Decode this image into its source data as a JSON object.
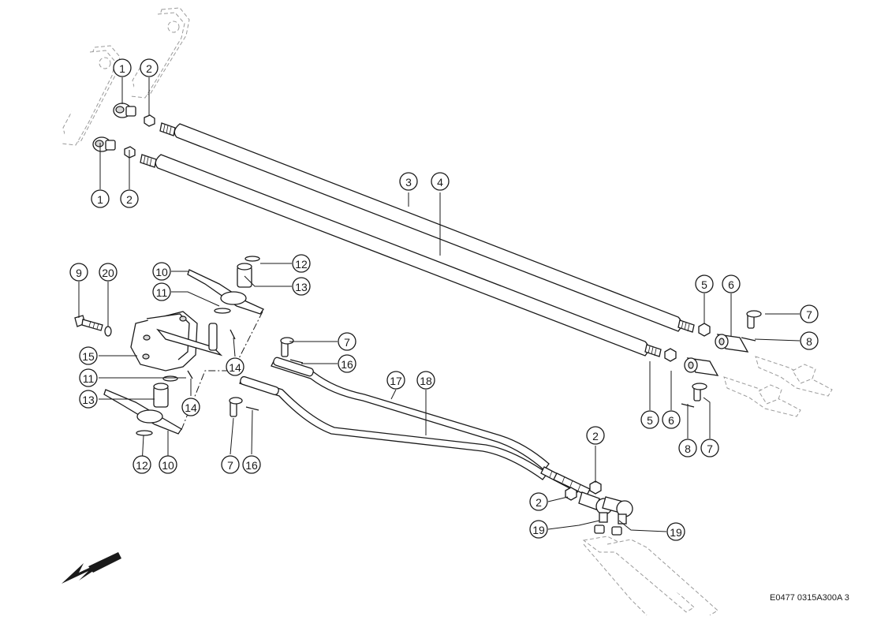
{
  "drawing_code": "E0477 0315A300A 3",
  "orientation_icon": "front-direction-arrow-icon",
  "callouts": [
    {
      "label": "1"
    },
    {
      "label": "2"
    },
    {
      "label": "1"
    },
    {
      "label": "2"
    },
    {
      "label": "3"
    },
    {
      "label": "4"
    },
    {
      "label": "5"
    },
    {
      "label": "6"
    },
    {
      "label": "7"
    },
    {
      "label": "8"
    },
    {
      "label": "5"
    },
    {
      "label": "6"
    },
    {
      "label": "8"
    },
    {
      "label": "7"
    },
    {
      "label": "9"
    },
    {
      "label": "20"
    },
    {
      "label": "10"
    },
    {
      "label": "12"
    },
    {
      "label": "13"
    },
    {
      "label": "11"
    },
    {
      "label": "15"
    },
    {
      "label": "14"
    },
    {
      "label": "11"
    },
    {
      "label": "14"
    },
    {
      "label": "13"
    },
    {
      "label": "12"
    },
    {
      "label": "10"
    },
    {
      "label": "7"
    },
    {
      "label": "16"
    },
    {
      "label": "7"
    },
    {
      "label": "16"
    },
    {
      "label": "17"
    },
    {
      "label": "18"
    },
    {
      "label": "2"
    },
    {
      "label": "2"
    },
    {
      "label": "19"
    },
    {
      "label": "19"
    }
  ]
}
